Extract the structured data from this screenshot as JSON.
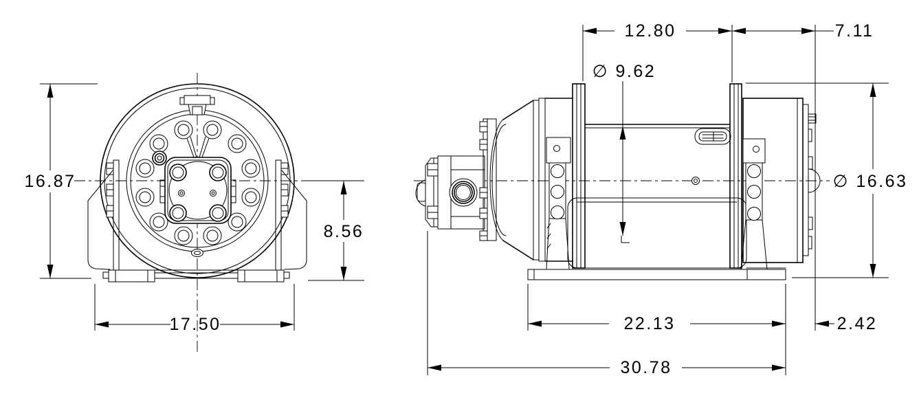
{
  "drawing": {
    "colors": {
      "background": "#ffffff",
      "lines": "#000000",
      "text": "#000000"
    },
    "dimensions": {
      "front_overall_height": "16.87",
      "front_base_width": "17.50",
      "front_center_to_base": "8.56",
      "side_drum_length": "12.80",
      "side_end_length": "7.11",
      "side_drum_diameter": "∅ 9.62",
      "side_flange_diameter": "∅ 16.63",
      "side_frame_length": "22.13",
      "side_rear_overhang": "2.42",
      "side_overall_length": "30.78"
    }
  }
}
